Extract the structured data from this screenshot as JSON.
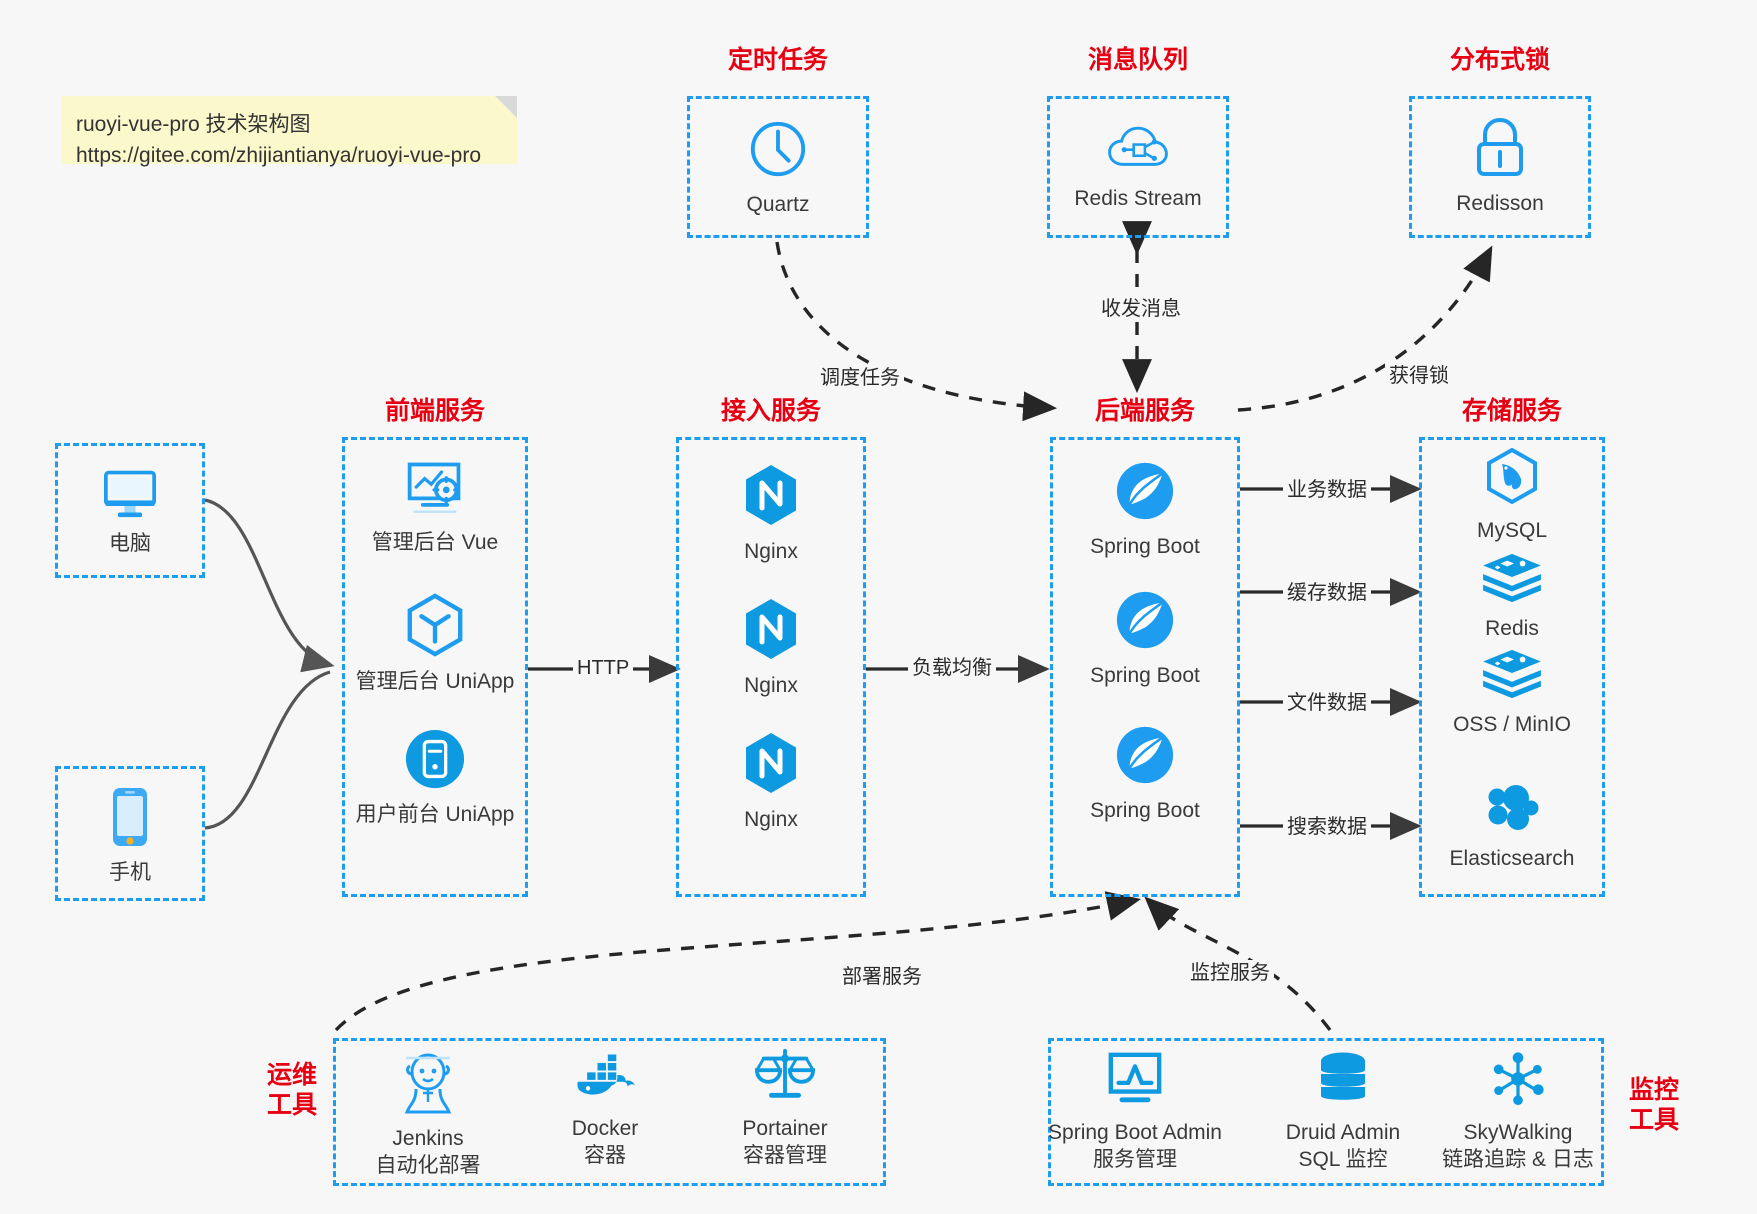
{
  "note": {
    "line1": "ruoyi-vue-pro 技术架构图",
    "line2": "https://gitee.com/zhijiantianya/ruoyi-vue-pro"
  },
  "colors": {
    "accent": "#1e9cf0",
    "title_red": "#e60012",
    "background": "#f7f7f7",
    "note_bg": "#fbf8cc",
    "wire": "#3a3a3a"
  },
  "groups": {
    "scheduler": {
      "title": "定时任务",
      "nodes": [
        {
          "label": "Quartz",
          "icon": "clock-icon"
        }
      ]
    },
    "mq": {
      "title": "消息队列",
      "nodes": [
        {
          "label": "Redis Stream",
          "icon": "cloud-stream-icon"
        }
      ]
    },
    "lock": {
      "title": "分布式锁",
      "nodes": [
        {
          "label": "Redisson",
          "icon": "lock-icon"
        }
      ]
    },
    "clients": {
      "title": "",
      "nodes": [
        {
          "label": "电脑",
          "icon": "desktop-icon"
        },
        {
          "label": "手机",
          "icon": "mobile-icon"
        }
      ]
    },
    "frontend": {
      "title": "前端服务",
      "nodes": [
        {
          "label": "管理后台 Vue",
          "icon": "dashboard-gear-icon"
        },
        {
          "label": "管理后台 UniApp",
          "icon": "cube-icon"
        },
        {
          "label": "用户前台 UniApp",
          "icon": "app-circle-icon"
        }
      ]
    },
    "gateway": {
      "title": "接入服务",
      "nodes": [
        {
          "label": "Nginx",
          "icon": "nginx-icon"
        },
        {
          "label": "Nginx",
          "icon": "nginx-icon"
        },
        {
          "label": "Nginx",
          "icon": "nginx-icon"
        }
      ]
    },
    "backend": {
      "title": "后端服务",
      "nodes": [
        {
          "label": "Spring Boot",
          "icon": "spring-boot-icon"
        },
        {
          "label": "Spring Boot",
          "icon": "spring-boot-icon"
        },
        {
          "label": "Spring Boot",
          "icon": "spring-boot-icon"
        }
      ]
    },
    "storage": {
      "title": "存储服务",
      "nodes": [
        {
          "label": "MySQL",
          "icon": "mysql-icon"
        },
        {
          "label": "Redis",
          "icon": "redis-icon"
        },
        {
          "label": "OSS / MinIO",
          "icon": "redis-icon"
        },
        {
          "label": "Elasticsearch",
          "icon": "elasticsearch-icon"
        }
      ]
    },
    "devops": {
      "title_line1": "运维",
      "title_line2": "工具",
      "nodes": [
        {
          "label": "Jenkins",
          "sub": "自动化部署",
          "icon": "jenkins-icon"
        },
        {
          "label": "Docker",
          "sub": "容器",
          "icon": "docker-icon"
        },
        {
          "label": "Portainer",
          "sub": "容器管理",
          "icon": "scales-icon"
        }
      ]
    },
    "monitor": {
      "title_line1": "监控",
      "title_line2": "工具",
      "nodes": [
        {
          "label": "Spring Boot Admin",
          "sub": "服务管理",
          "icon": "monitor-chart-icon"
        },
        {
          "label": "Druid Admin",
          "sub": "SQL 监控",
          "icon": "database-icon"
        },
        {
          "label": "SkyWalking",
          "sub": "链路追踪 & 日志",
          "icon": "skywalking-icon"
        }
      ]
    }
  },
  "edges": [
    {
      "id": "http",
      "label": "HTTP",
      "from": "frontend",
      "to": "gateway"
    },
    {
      "id": "lb",
      "label": "负载均衡",
      "from": "gateway",
      "to": "backend"
    },
    {
      "id": "biz-data",
      "label": "业务数据",
      "from": "backend",
      "to": "storage"
    },
    {
      "id": "cache-data",
      "label": "缓存数据",
      "from": "backend",
      "to": "storage"
    },
    {
      "id": "file-data",
      "label": "文件数据",
      "from": "backend",
      "to": "storage"
    },
    {
      "id": "search-data",
      "label": "搜索数据",
      "from": "backend",
      "to": "storage"
    },
    {
      "id": "schedule",
      "label": "调度任务",
      "from": "scheduler",
      "to": "backend"
    },
    {
      "id": "message",
      "label": "收发消息",
      "from": "mq",
      "to": "backend"
    },
    {
      "id": "acquire-lock",
      "label": "获得锁",
      "from": "backend",
      "to": "lock"
    },
    {
      "id": "deploy",
      "label": "部署服务",
      "from": "devops",
      "to": "backend"
    },
    {
      "id": "monitoring",
      "label": "监控服务",
      "from": "monitor",
      "to": "backend"
    }
  ]
}
